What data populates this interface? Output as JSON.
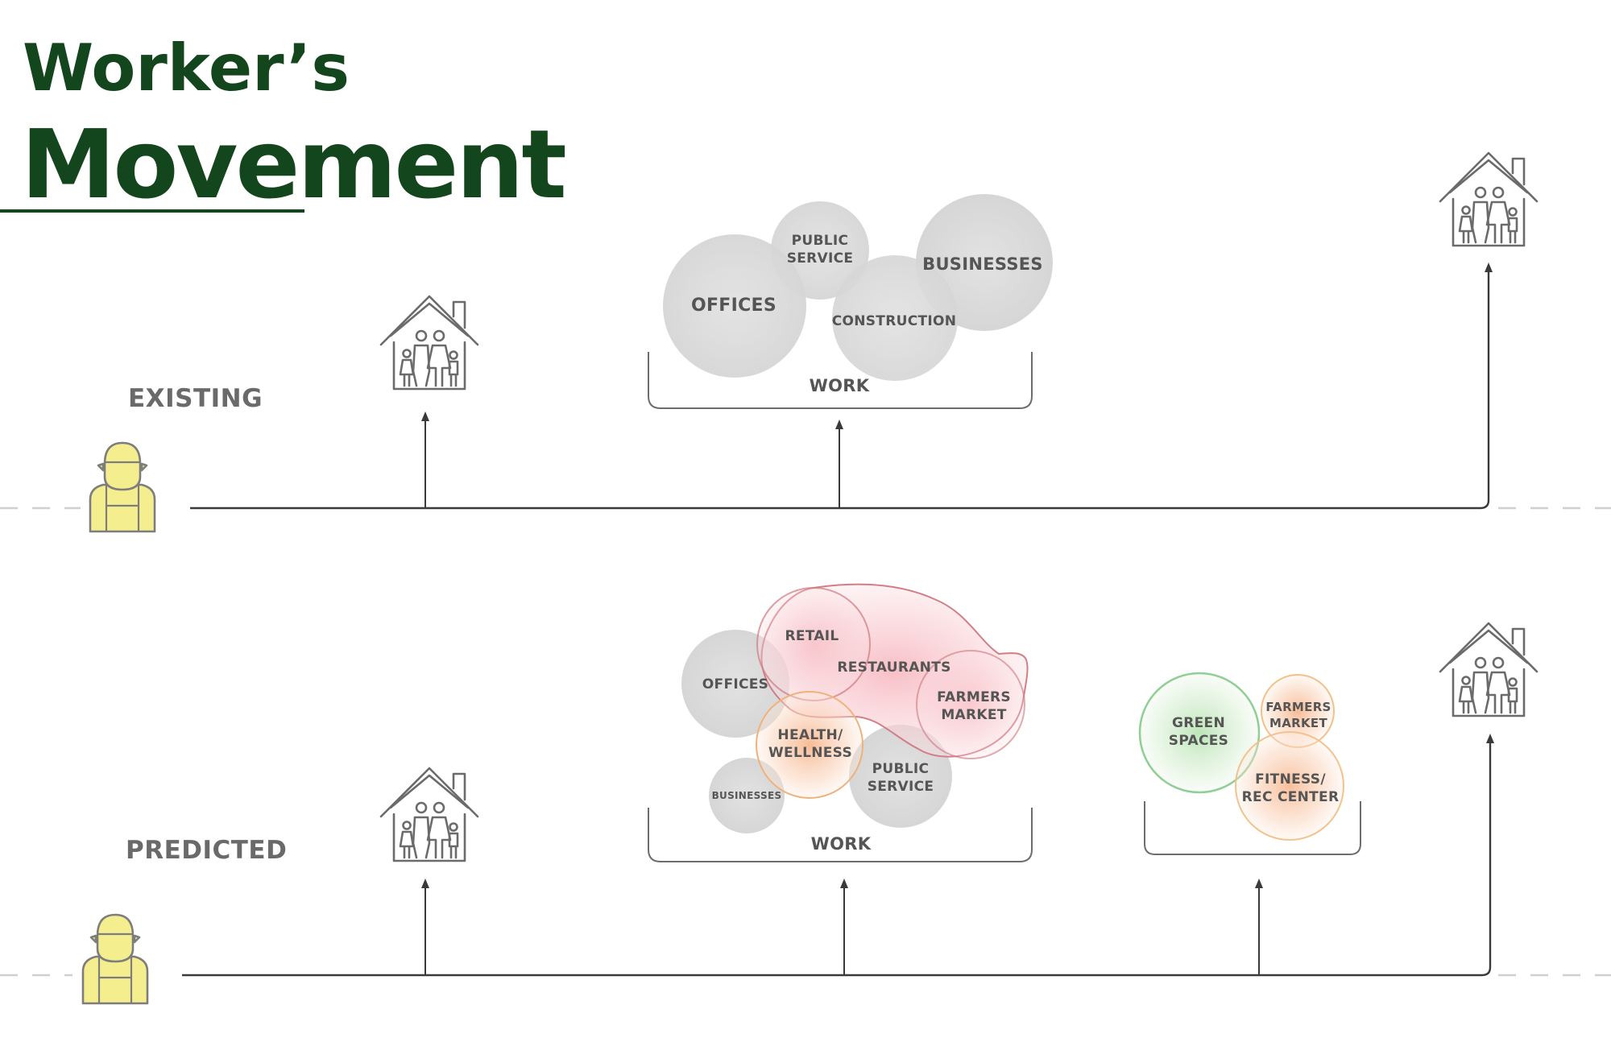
{
  "title": {
    "line1": "Worker’s",
    "line2": "Movement"
  },
  "colors": {
    "title_green": "#14461d",
    "worker_yellow": "#f4ee8f",
    "neutral_bubble": "#dcdcdc",
    "retail_cluster": "#d27e86",
    "health_orange": "#f0b27a",
    "green_spaces": "#8fcf94"
  },
  "icons": {
    "worker": "worker-icon",
    "home": "family-house-icon"
  },
  "existing": {
    "label": "EXISTING",
    "work_label": "WORK",
    "bubbles": {
      "offices": "OFFICES",
      "public_service_1": "PUBLIC",
      "public_service_2": "SERVICE",
      "construction": "CONSTRUCTION",
      "businesses": "BUSINESSES"
    }
  },
  "predicted": {
    "label": "PREDICTED",
    "work_label": "WORK",
    "bubbles": {
      "retail": "RETAIL",
      "restaurants": "RESTAURANTS",
      "farmers_market_1": "FARMERS",
      "farmers_market_2": "MARKET",
      "offices": "OFFICES",
      "health_1": "HEALTH/",
      "health_2": "WELLNESS",
      "public_service_1": "PUBLIC",
      "public_service_2": "SERVICE",
      "businesses": "BUSINESSES"
    },
    "leisure_bubbles": {
      "green_spaces_1": "GREEN",
      "green_spaces_2": "SPACES",
      "farmers_market_1": "FARMERS",
      "farmers_market_2": "MARKET",
      "fitness_1": "FITNESS/",
      "fitness_2": "REC CENTER"
    }
  }
}
